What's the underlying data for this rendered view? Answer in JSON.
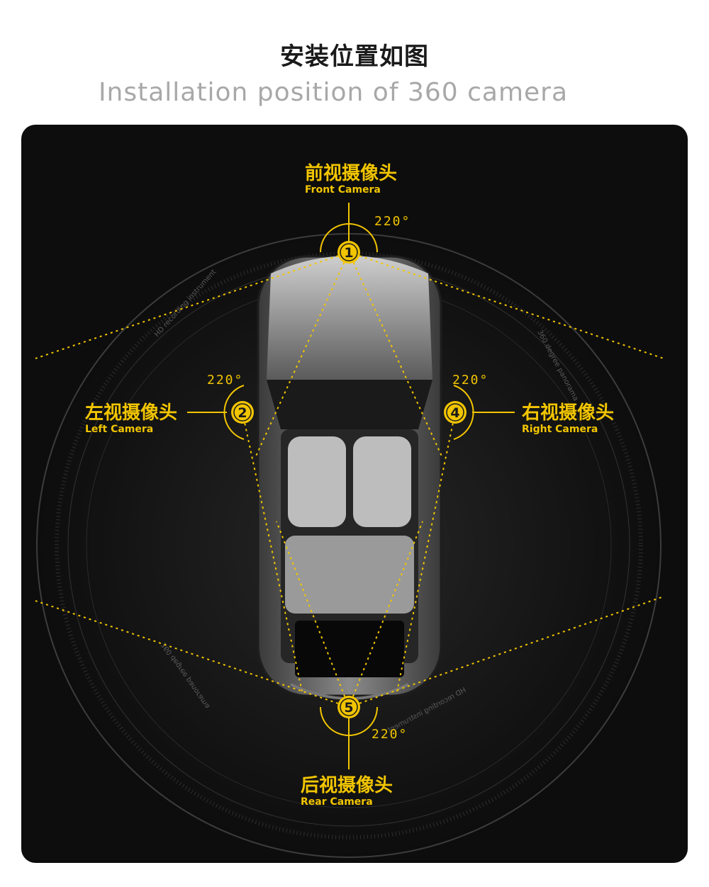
{
  "header": {
    "title_cn": "安装位置如图",
    "title_en": "Installation position of 360 camera"
  },
  "colors": {
    "accent": "#f2c500",
    "panel_bg": "#0d0d0d"
  },
  "cameras": {
    "front": {
      "number": "1",
      "label_cn": "前视摄像头",
      "label_en": "Front Camera",
      "angle": "220°"
    },
    "left": {
      "number": "2",
      "label_cn": "左视摄像头",
      "label_en": "Left Camera",
      "angle": "220°"
    },
    "right": {
      "number": "4",
      "label_cn": "右视摄像头",
      "label_en": "Right Camera",
      "angle": "220°"
    },
    "rear": {
      "number": "5",
      "label_cn": "后视摄像头",
      "label_en": "Rear Camera",
      "angle": "220°"
    }
  },
  "ring_text": {
    "hd_recording": "HD recording instrument",
    "panorama": "360 degree panorama"
  }
}
